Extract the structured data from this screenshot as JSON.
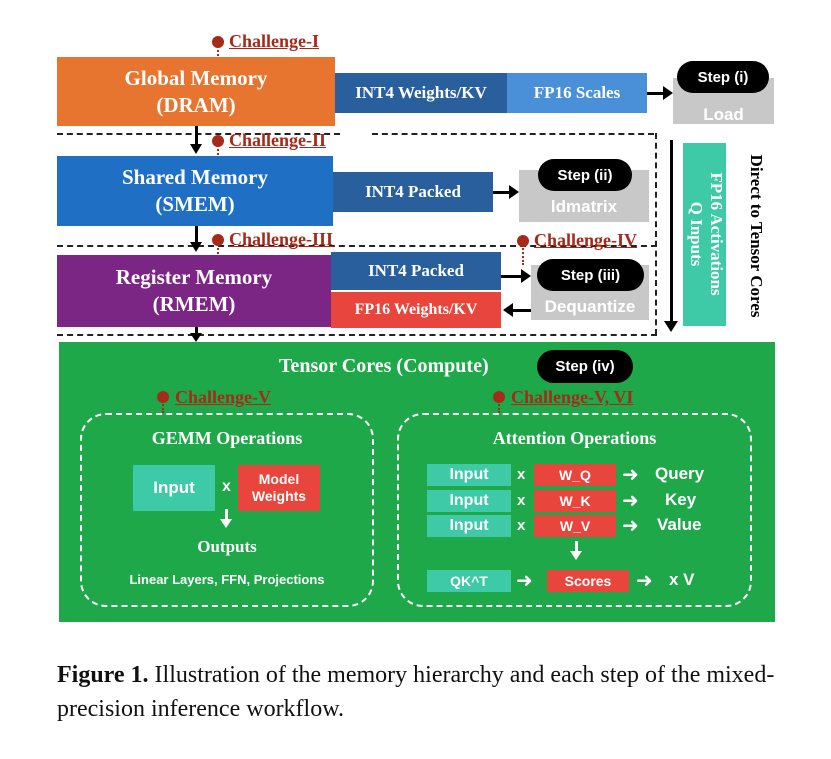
{
  "memory": {
    "global": {
      "line1": "Global Memory",
      "line2": "(DRAM)"
    },
    "shared": {
      "line1": "Shared Memory",
      "line2": "(SMEM)"
    },
    "register": {
      "line1": "Register Memory",
      "line2": "(RMEM)"
    }
  },
  "bars": {
    "int4_weights_kv": "INT4 Weights/KV",
    "fp16_scales": "FP16 Scales",
    "int4_packed_1": "INT4 Packed",
    "int4_packed_2": "INT4 Packed",
    "fp16_weights_kv": "FP16 Weights/KV"
  },
  "steps": {
    "s1": {
      "label": "Step (i)",
      "action": "Load"
    },
    "s2": {
      "label": "Step (ii)",
      "action": "ldmatrix"
    },
    "s3": {
      "label": "Step (iii)",
      "action": "Dequantize"
    },
    "s4": {
      "label": "Step (iv)"
    }
  },
  "challenges": {
    "c1": "Challenge-I",
    "c2": "Challenge-II",
    "c3": "Challenge-III",
    "c4": "Challenge-IV",
    "c5": "Challenge-V",
    "c56": "Challenge-V, VI"
  },
  "side": {
    "direct": "Direct to Tensor Cores",
    "activations_line1": "FP16 Activations",
    "activations_line2": "Q Inputs"
  },
  "tensor": {
    "title": "Tensor Cores (Compute)",
    "gemm": {
      "title": "GEMM Operations",
      "input": "Input",
      "times": "x",
      "weights_line1": "Model",
      "weights_line2": "Weights",
      "outputs": "Outputs",
      "footer": "Linear Layers, FFN, Projections"
    },
    "attention": {
      "title": "Attention Operations",
      "rows": [
        {
          "input": "Input",
          "times": "x",
          "weight": "W_Q",
          "result": "Query"
        },
        {
          "input": "Input",
          "times": "x",
          "weight": "W_K",
          "result": "Key"
        },
        {
          "input": "Input",
          "times": "x",
          "weight": "W_V",
          "result": "Value"
        }
      ],
      "qk": "QK^T",
      "scores": "Scores",
      "xv": "x V"
    }
  },
  "caption": {
    "label": "Figure 1.",
    "text": " Illustration of the memory hierarchy and each step of the mixed-precision inference workflow."
  },
  "colors": {
    "global": "#e8752f",
    "blue_dark": "#2a5f9e",
    "blue_light": "#4a90d9",
    "shared": "#1f6fc5",
    "register": "#7b2585",
    "tensor_green": "#1fa84a",
    "teal": "#3ec9a7",
    "red": "#e8453c",
    "challenge": "#a52a1a"
  }
}
